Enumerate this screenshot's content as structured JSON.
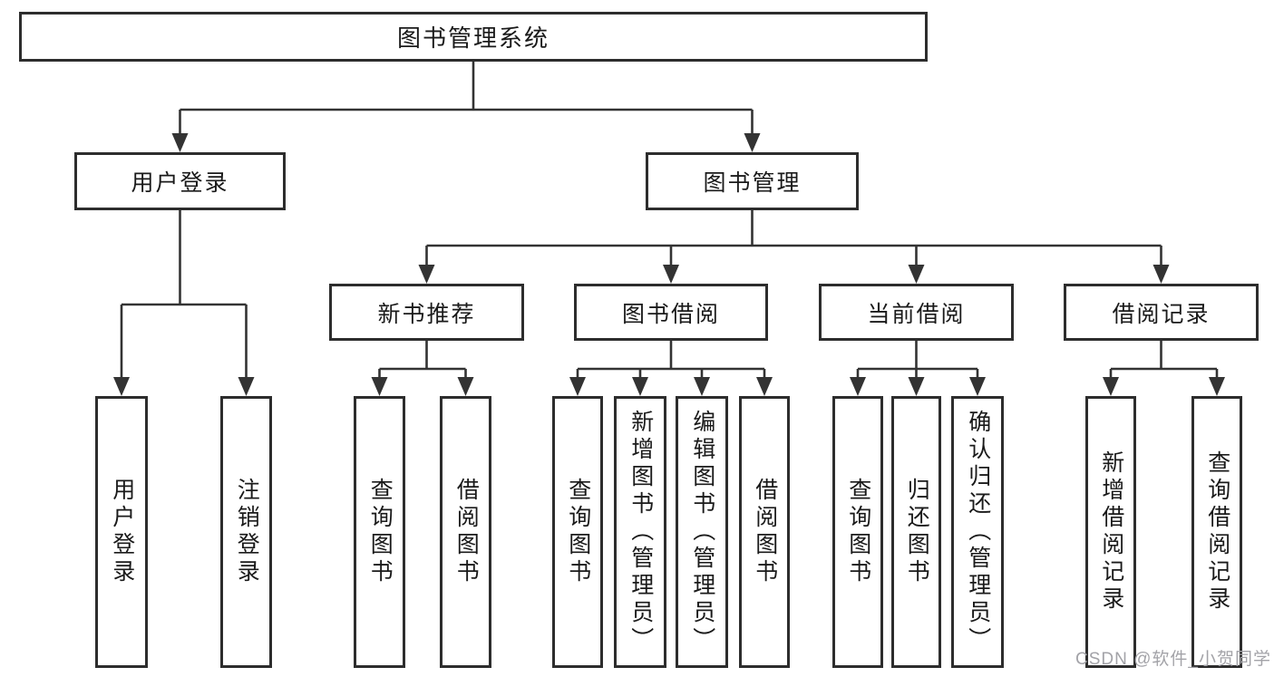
{
  "diagram": {
    "root": {
      "label": "图书管理系统"
    },
    "level2": [
      {
        "label": "用户登录"
      },
      {
        "label": "图书管理"
      }
    ],
    "level3": [
      {
        "label": "新书推荐"
      },
      {
        "label": "图书借阅"
      },
      {
        "label": "当前借阅"
      },
      {
        "label": "借阅记录"
      }
    ],
    "leaves": {
      "user": [
        "用户登录",
        "注销登录"
      ],
      "recommend": [
        "查询图书",
        "借阅图书"
      ],
      "borrow": [
        "查询图书",
        "新增图书（管理员）",
        "编辑图书（管理员）",
        "借阅图书"
      ],
      "current": [
        "查询图书",
        "归还图书",
        "确认归还（管理员）"
      ],
      "record": [
        "新增借阅记录",
        "查询借阅记录"
      ]
    }
  },
  "watermark": {
    "text": "CSDN @软件_小贺同学"
  },
  "colors": {
    "line": "#333333",
    "box_border": "#2d2d2d",
    "text": "#1a1a1a",
    "watermark": "#a3a3a8",
    "background": "#ffffff"
  }
}
